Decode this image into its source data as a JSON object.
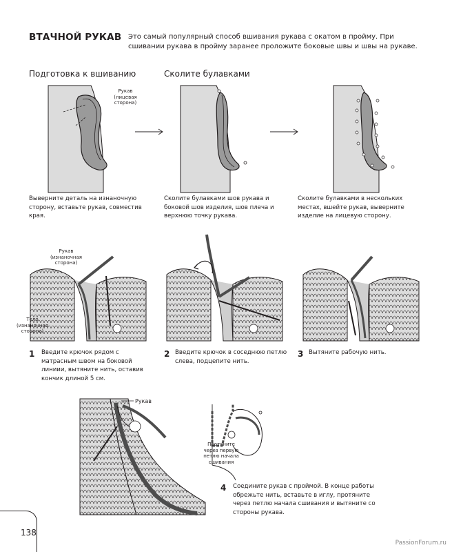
{
  "header": {
    "title": "ВТАЧНОЙ РУКАВ",
    "intro": "Это самый популярный способ вшивания рукава с окатом в пройму. При сшивании рукава в пройму заранее проложите боковые швы и швы на рукаве."
  },
  "top_section": {
    "heading_prep": "Подготовка к вшиванию",
    "heading_pins": "Сколите булавками",
    "label_sleeve": "Рукав (лицевая сторона)",
    "caption_1": "Выверните деталь на изнаночную сторону, вставьте рукав, совместив края.",
    "caption_2": "Сколите булавками шов рукава и боковой шов изделия, шов плеча и верхнюю точку рукава.",
    "caption_3": "Сколите булавками в нескольких местах, вшейте рукав, выверните изделие на лицевую сторону."
  },
  "steps": [
    {
      "num": "1",
      "text": "Введите крючок рядом с матрасным швом на боковой линиии, вытяните нить, оставив кончик длиной 5 см."
    },
    {
      "num": "2",
      "text": "Введите крючок в соседнюю петлю слева, подцепите нить."
    },
    {
      "num": "3",
      "text": "Вытяните рабочую нить."
    },
    {
      "num": "4",
      "text": "Соедините рукав с проймой. В конце работы обрежьте нить, вставьте в иглу, протяните через петлю начала сшивания и вытяните со стороны рукава."
    }
  ],
  "knit_labels": {
    "sleeve_wrong": "Рукав (изнаночная сторона)",
    "body_wrong": "Тело (изнаночная сторона)",
    "sleeve": "Рукав",
    "pull_through": "Протяните через первую петлю начала сшивания"
  },
  "footer": {
    "page_number": "138",
    "watermark": "PassionForum.ru"
  },
  "colors": {
    "ink": "#231f20",
    "sleeve_grey": "#9a9a9a",
    "body_grey": "#dcdcdc",
    "yarn_dark": "#4d4d4d"
  }
}
